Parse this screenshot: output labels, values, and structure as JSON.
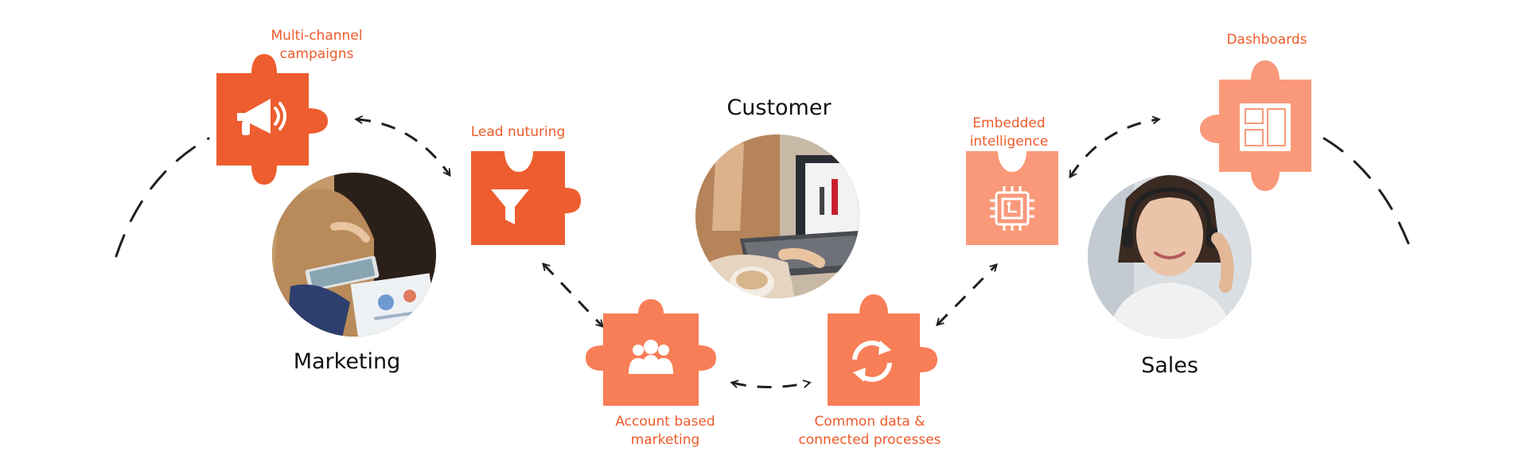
{
  "colors": {
    "primary": "#ee5d2f",
    "secondary": "#f87e57",
    "tertiary": "#f9997a",
    "label_text": "#ee5a2a",
    "connector": "#1f1f1f"
  },
  "groups": {
    "marketing": "Marketing",
    "customer": "Customer",
    "sales": "Sales"
  },
  "puzzle_pieces": {
    "multi_channel": {
      "line1": "Multi-channel",
      "line2": "campaigns",
      "icon": "megaphone-icon"
    },
    "lead_nurturing": {
      "line1": "Lead nuturing",
      "icon": "funnel-icon"
    },
    "account_based": {
      "line1": "Account based",
      "line2": "marketing",
      "icon": "people-icon"
    },
    "common_data": {
      "line1": "Common data &",
      "line2": "connected processes",
      "icon": "sync-icon"
    },
    "embedded_intelligence": {
      "line1": "Embedded",
      "line2": "intelligence",
      "icon": "chip-icon"
    },
    "dashboards": {
      "line1": "Dashboards",
      "icon": "dashboard-icon"
    }
  },
  "photos": {
    "marketing": "marketing-photo",
    "customer": "customer-photo",
    "sales": "sales-photo"
  }
}
